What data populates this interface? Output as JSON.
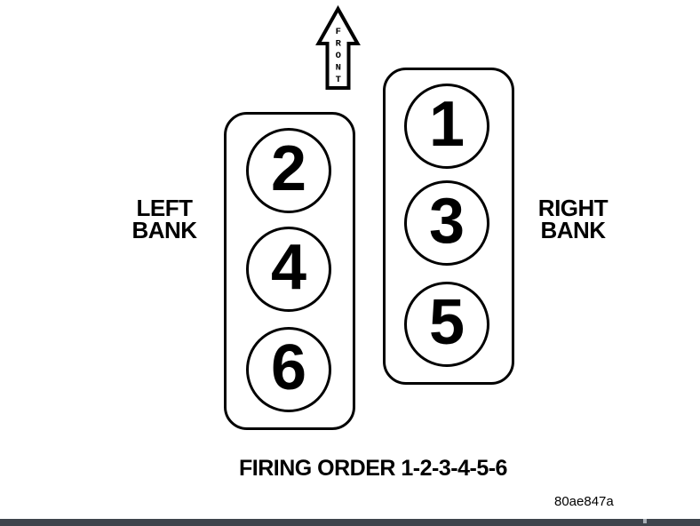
{
  "figure": {
    "front_arrow": {
      "label": "FRONT"
    },
    "left_bank": {
      "label_line1": "LEFT",
      "label_line2": "BANK",
      "cylinders": [
        "2",
        "4",
        "6"
      ]
    },
    "right_bank": {
      "label_line1": "RIGHT",
      "label_line2": "BANK",
      "cylinders": [
        "1",
        "3",
        "5"
      ]
    },
    "caption": "FIRING ORDER 1-2-3-4-5-6",
    "figure_code": "80ae847a"
  },
  "colors": {
    "line": "#000000",
    "background": "#ffffff",
    "bottom_bar": "#3e444c",
    "bottom_bar_notch": "#a8aeb5"
  }
}
